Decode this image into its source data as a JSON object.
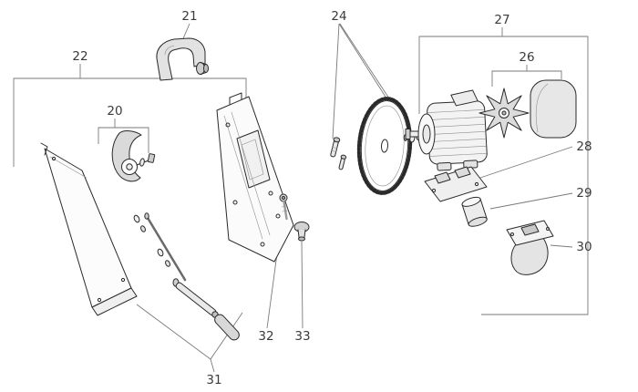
{
  "diagram": {
    "figure_type": "exploded-parts-diagram",
    "background": "#ffffff",
    "line_color": "#2a2a2a",
    "leader_color": "#7a7a7a",
    "label_color": "#3b3b3b",
    "shade_color": "#d9d9d9",
    "labels": [
      {
        "text": "21",
        "part": "blade-guard-cover"
      },
      {
        "text": "22",
        "part": "side-panel-assembly"
      },
      {
        "text": "20",
        "part": "pulley-bracket"
      },
      {
        "text": "24",
        "part": "saw-blade-and-bolts"
      },
      {
        "text": "27",
        "part": "motor-assembly"
      },
      {
        "text": "26",
        "part": "fan-and-fan-cover"
      },
      {
        "text": "28",
        "part": "motor-mount-plate"
      },
      {
        "text": "29",
        "part": "capacitor"
      },
      {
        "text": "30",
        "part": "switch"
      },
      {
        "text": "31",
        "part": "crank-handle-assembly"
      },
      {
        "text": "32",
        "part": "lock-bolt"
      },
      {
        "text": "33",
        "part": "knob"
      }
    ]
  }
}
